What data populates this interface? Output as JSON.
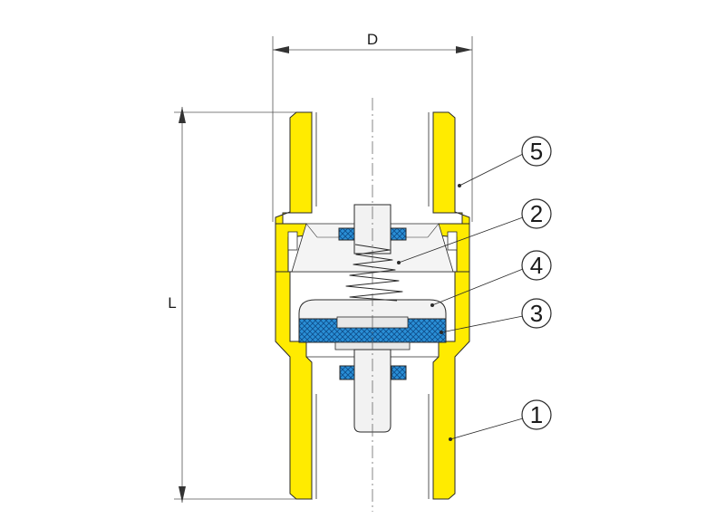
{
  "dimensions": {
    "width_label": "D",
    "length_label": "L"
  },
  "callouts": [
    {
      "number": "5",
      "part": "body-end-cap"
    },
    {
      "number": "2",
      "part": "spring"
    },
    {
      "number": "4",
      "part": "poppet-disc"
    },
    {
      "number": "3",
      "part": "seal"
    },
    {
      "number": "1",
      "part": "body"
    }
  ],
  "colors": {
    "body": "#ffeb00",
    "outline": "#2a2a2a",
    "seal": "#2a8fd6",
    "metal": "#f2f2f2",
    "line": "#444444"
  }
}
